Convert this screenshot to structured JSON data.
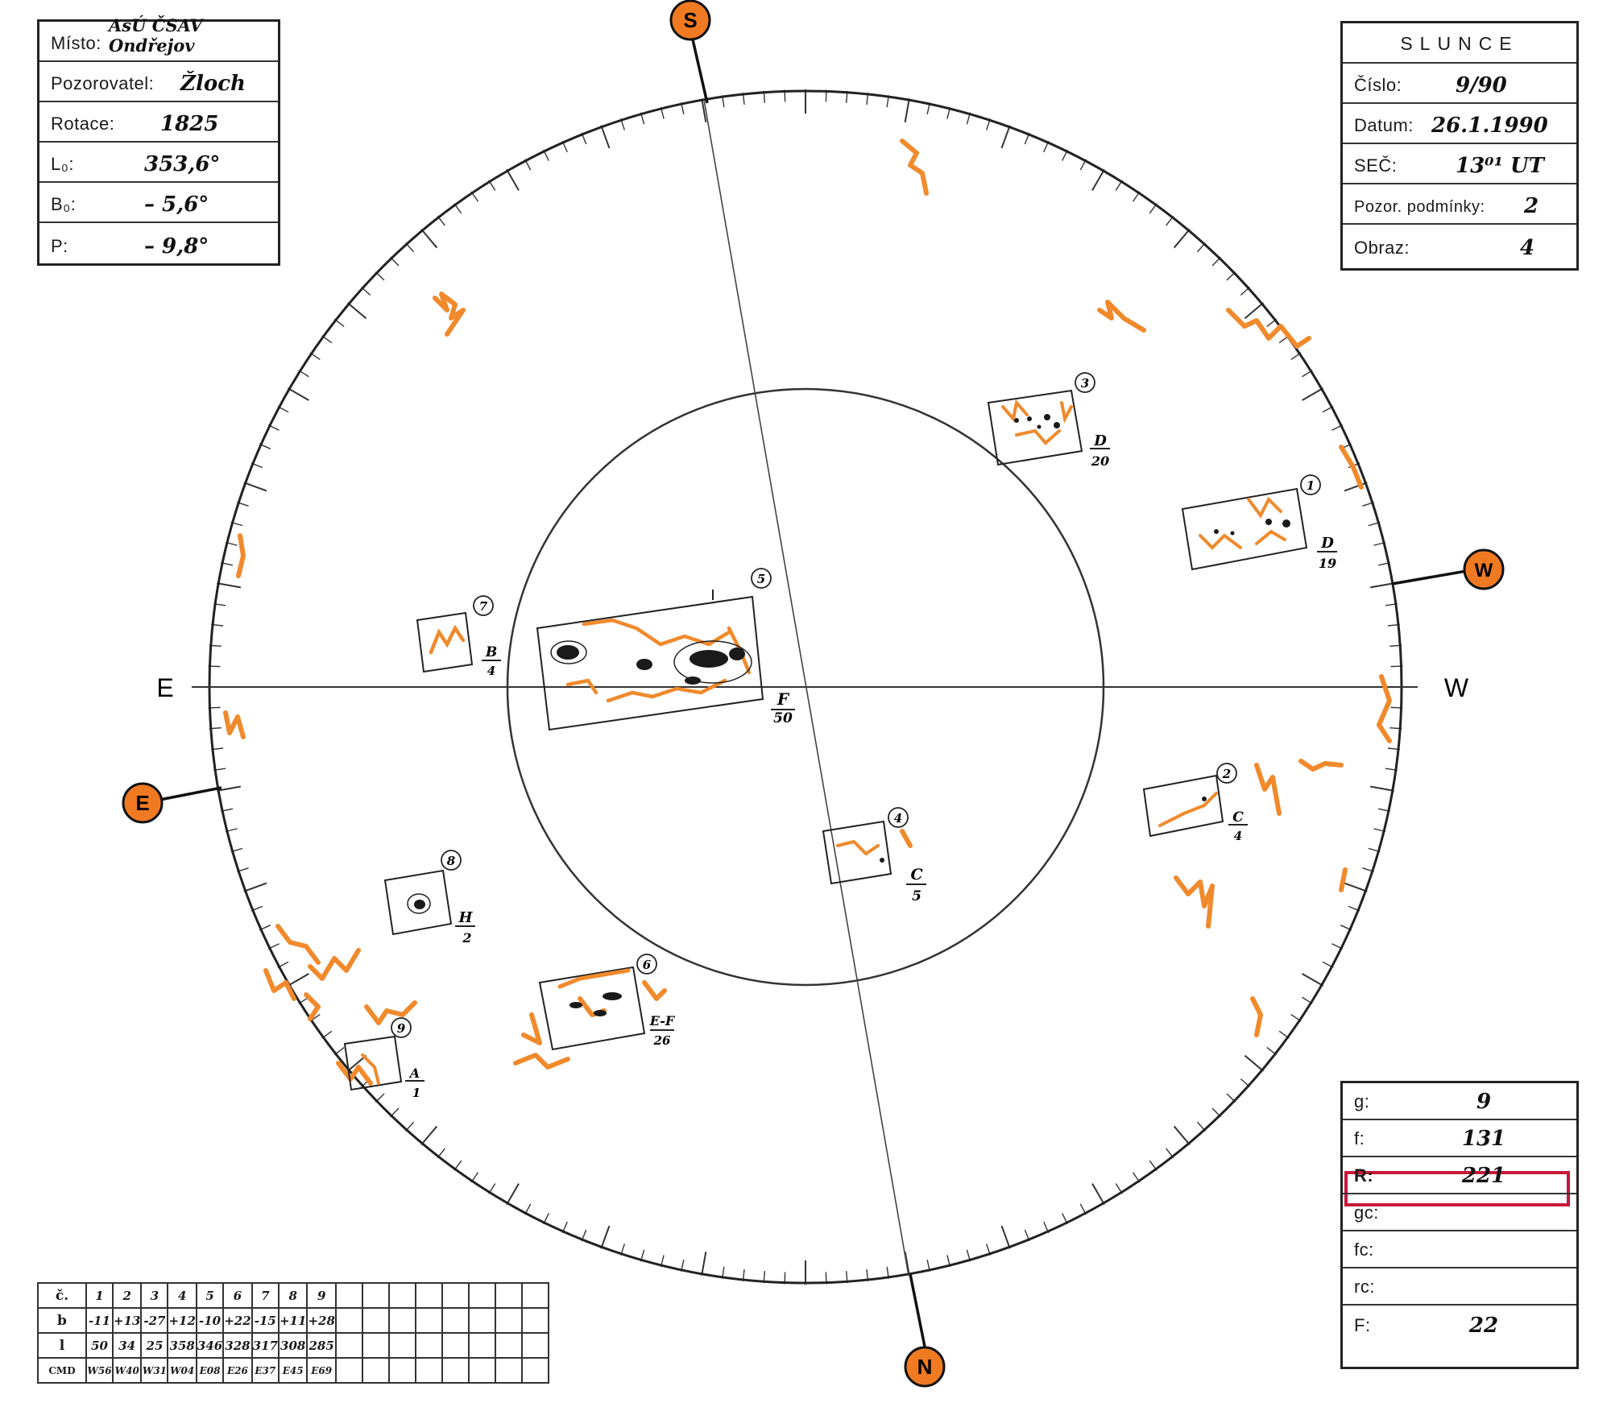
{
  "info": {
    "misto_label": "Místo:",
    "misto_value": "AsÚ ČSAV Ondřejov",
    "pozorovatel_label": "Pozorovatel:",
    "pozorovatel_value": "Žloch",
    "rotace_label": "Rotace:",
    "rotace_value": "1825",
    "l0_label": "L₀:",
    "l0_value": "353,6°",
    "b0_label": "B₀:",
    "b0_value": "– 5,6°",
    "p_label": "P:",
    "p_value": "– 9,8°"
  },
  "slunce": {
    "title": "SLUNCE",
    "cislo_label": "Číslo:",
    "cislo_value": "9/90",
    "datum_label": "Datum:",
    "datum_value": "26.1.1990",
    "sec_label": "SEČ:",
    "sec_value": "13⁰¹ UT",
    "pozor_label": "Pozor. podmínky:",
    "pozor_value": "2",
    "obraz_label": "Obraz:",
    "obraz_value": "4"
  },
  "stats": {
    "g_label": "g:",
    "g_value": "9",
    "f_label": "f:",
    "f_value": "131",
    "r_label": "R:",
    "r_value": "221",
    "gc_label": "gc:",
    "gc_value": "",
    "fc_label": "fc:",
    "fc_value": "",
    "rc_label": "rc:",
    "rc_value": "",
    "F_label": "F:",
    "F_value": "22"
  },
  "compass": {
    "south": "S",
    "north": "N",
    "east": "E",
    "west": "W",
    "axis_east": "E",
    "axis_west": "W"
  },
  "regions": {
    "row_labels": [
      "č.",
      "b",
      "l",
      "CMD"
    ],
    "numbers": [
      "1",
      "2",
      "3",
      "4",
      "5",
      "6",
      "7",
      "8",
      "9"
    ],
    "b": [
      "-11",
      "+13",
      "-27",
      "+12",
      "-10",
      "+22",
      "-15",
      "+11",
      "+28"
    ],
    "l": [
      "50",
      "34",
      "25",
      "358",
      "346",
      "328",
      "317",
      "308",
      "285"
    ],
    "cmd": [
      "W56",
      "W40",
      "W31",
      "W04",
      "E08",
      "E26",
      "E37",
      "E45",
      "E69"
    ]
  },
  "groups": [
    {
      "id": "1",
      "num": "1",
      "cls": "D",
      "area": "19"
    },
    {
      "id": "2",
      "num": "2",
      "cls": "C",
      "area": "4"
    },
    {
      "id": "3",
      "num": "3",
      "cls": "D",
      "area": "20"
    },
    {
      "id": "4",
      "num": "4",
      "cls": "C",
      "area": "5"
    },
    {
      "id": "5",
      "num": "5",
      "cls": "F",
      "area": "50"
    },
    {
      "id": "6",
      "num": "6",
      "cls": "E-F",
      "area": "26"
    },
    {
      "id": "7",
      "num": "7",
      "cls": "B",
      "area": "4"
    },
    {
      "id": "8",
      "num": "8",
      "cls": "H",
      "area": "2"
    },
    {
      "id": "9",
      "num": "9",
      "cls": "A",
      "area": "1"
    }
  ],
  "colors": {
    "faculae": "#f08a2c",
    "compass_fill": "#f07a22",
    "highlight": "#c8173b",
    "ink": "#222222"
  }
}
